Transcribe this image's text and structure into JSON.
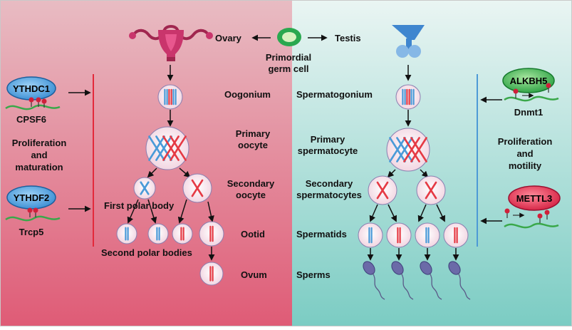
{
  "ovary_label": "Ovary",
  "testis_label": "Testis",
  "primordial_label": [
    "Primordial",
    "germ cell"
  ],
  "female": {
    "oogonium": "Oogonium",
    "primary_oocyte": [
      "Primary",
      "oocyte"
    ],
    "secondary_oocyte": [
      "Secondary",
      "oocyte"
    ],
    "first_polar_body": "First polar body",
    "ootid": "Ootid",
    "second_polar_bodies": "Second polar bodies",
    "ovum": "Ovum",
    "left_regulators": {
      "ythdc1": "YTHDC1",
      "cpsf6": "CPSF6",
      "process": [
        "Proliferation",
        "and",
        "maturation"
      ],
      "ythdf2": "YTHDF2",
      "trcp5": "Trcp5"
    }
  },
  "male": {
    "spermatogonium": "Spermatogonium",
    "primary_spermatocyte": [
      "Primary",
      "spermatocyte"
    ],
    "secondary_spermatocytes": [
      "Secondary",
      "spermatocytes"
    ],
    "spermatids": "Spermatids",
    "sperms": "Sperms",
    "right_regulators": {
      "alkbh5": "ALKBH5",
      "dnmt1": "Dnmt1",
      "process": [
        "Proliferation",
        "and",
        "motility"
      ],
      "mettl3": "METTL3"
    }
  },
  "colors": {
    "left_bg_top": "#e7b8bf",
    "left_bg_bottom": "#e0607a",
    "right_bg_top": "#e6f3f1",
    "right_bg_bottom": "#7fcfc6",
    "red_chromosome": "#e53a44",
    "blue_chromosome": "#4a9ad8",
    "cell_fill": "#f6dbe6",
    "cell_stroke": "#8a7fb0",
    "ythdc_blue": "#4fa3e0",
    "alkbh5_green": "#2fb04a",
    "mettl3_red": "#e02a4a",
    "left_divider": "#e3293b",
    "right_divider": "#4d9ad6"
  }
}
